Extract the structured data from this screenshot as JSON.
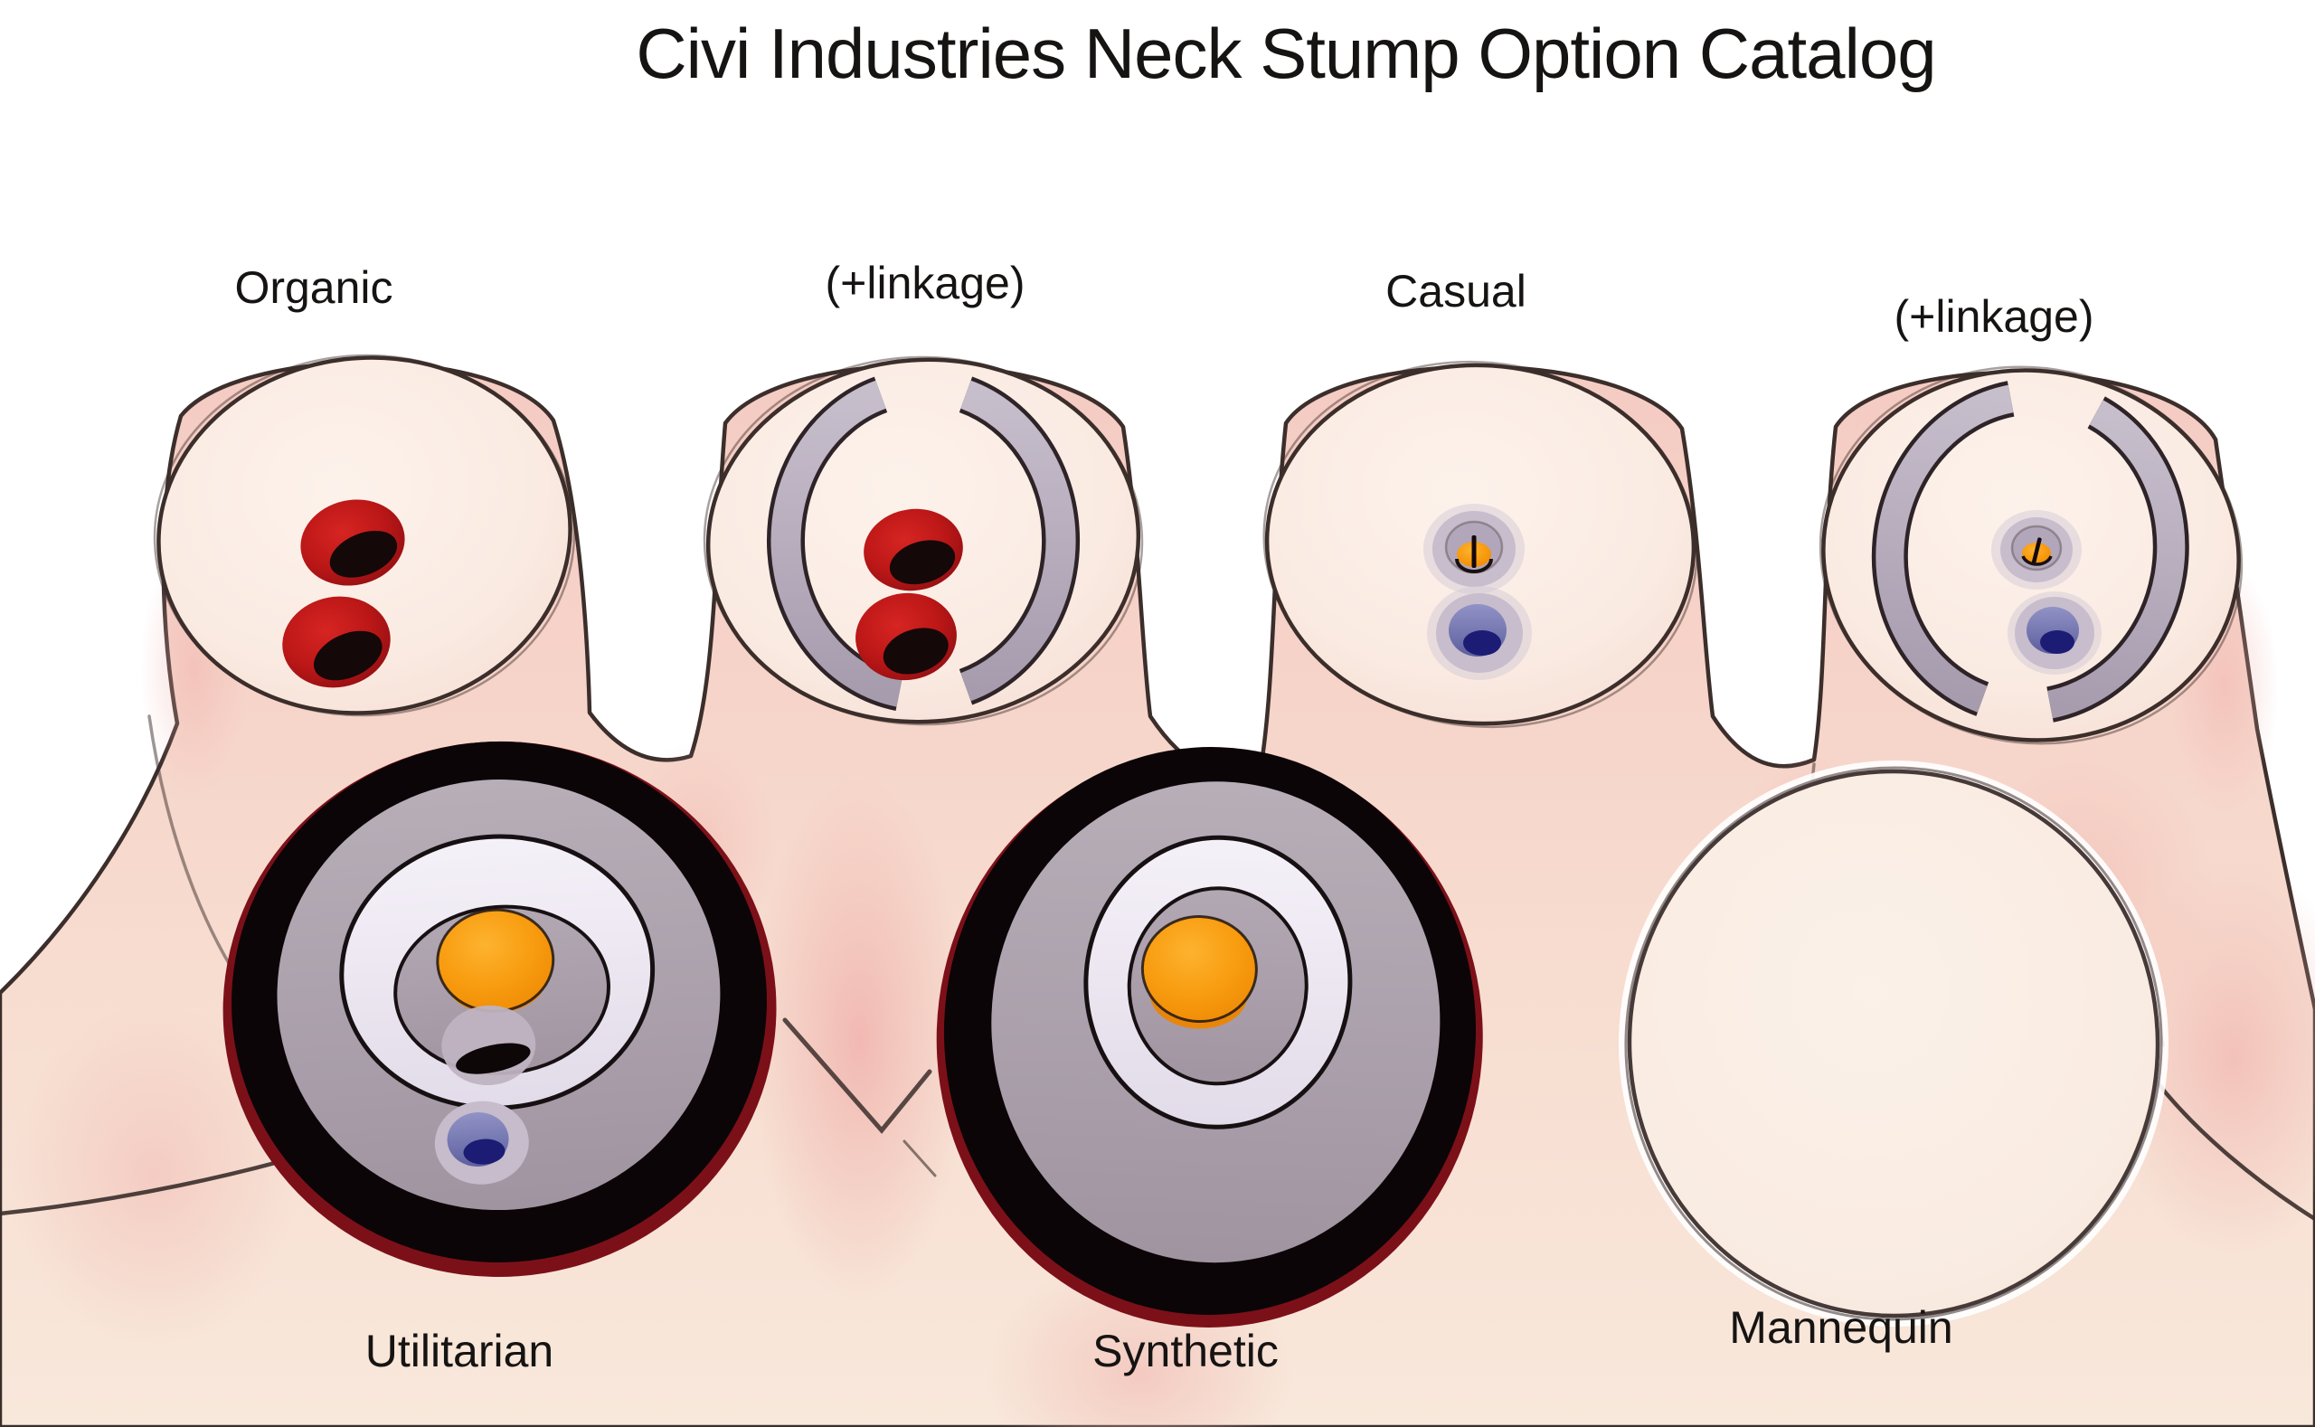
{
  "title": "Civi Industries Neck Stump Option Catalog",
  "catalog": {
    "options": [
      {
        "id": "organic",
        "label": "Organic",
        "row": "top",
        "features": "two blood-vessel holes"
      },
      {
        "id": "organic-linkage",
        "label": "(+linkage)",
        "row": "top",
        "features": "blood-vessel holes plus gray linkage arcs"
      },
      {
        "id": "casual",
        "label": "Casual",
        "row": "top",
        "features": "orange power port and navy data port"
      },
      {
        "id": "casual-linkage",
        "label": "(+linkage)",
        "row": "top",
        "features": "casual ports plus gray linkage arcs"
      },
      {
        "id": "utilitarian",
        "label": "Utilitarian",
        "row": "bottom",
        "features": "large black collar ring, white ring, orange core, auxiliary ports"
      },
      {
        "id": "synthetic",
        "label": "Synthetic",
        "row": "bottom",
        "features": "large black collar ring, white ring, orange core"
      },
      {
        "id": "mannequin",
        "label": "Mannequin",
        "row": "bottom",
        "features": "smooth featureless dome"
      }
    ]
  },
  "colors": {
    "background": "#ffffff",
    "outline": "#3b2e2b",
    "skin_face": "#f9ece3",
    "skin_body": "#f5d3c9",
    "skin_shadow_pink": "#f2bfb8",
    "blood_red": "#bb1717",
    "blood_dark": "#8c0e12",
    "hole_black": "#140808",
    "linkage_gray": "#b5abbc",
    "ring_black": "#0b0507",
    "disc_gray": "#a99ead",
    "ring_white": "#efe9f3",
    "port_orange": "#f79b10",
    "port_navy": "#1c1c74",
    "port_slate": "#7b7db6",
    "maroon": "#7c1019",
    "label_ink": "#161413"
  }
}
